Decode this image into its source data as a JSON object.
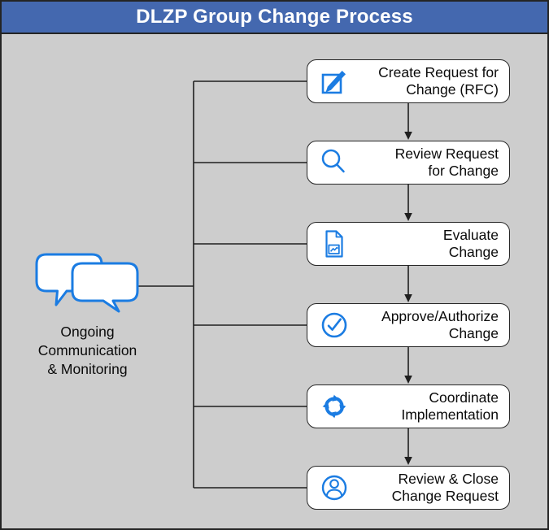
{
  "header": {
    "title": "DLZP Group Change Process"
  },
  "colors": {
    "header_bg": "#4468af",
    "header_text": "#ffffff",
    "body_bg": "#cdcdcd",
    "accent_blue": "#1b7ce2",
    "box_bg": "#ffffff",
    "box_border": "#262626",
    "line": "#1f1f1f"
  },
  "side_note": {
    "icon": "chat-bubbles-icon",
    "lines": {
      "0": "Ongoing",
      "1": "Communication",
      "2": "& Monitoring"
    }
  },
  "steps": [
    {
      "icon": "edit-icon",
      "line1": "Create Request for",
      "line2": "Change (RFC)"
    },
    {
      "icon": "search-icon",
      "line1": "Review Request",
      "line2": "for Change"
    },
    {
      "icon": "chart-document-icon",
      "line1": "Evaluate",
      "line2": "Change"
    },
    {
      "icon": "check-circle-icon",
      "line1": "Approve/Authorize",
      "line2": "Change"
    },
    {
      "icon": "sync-icon",
      "line1": "Coordinate",
      "line2": "Implementation"
    },
    {
      "icon": "user-circle-icon",
      "line1": "Review & Close",
      "line2": "Change Request"
    }
  ]
}
